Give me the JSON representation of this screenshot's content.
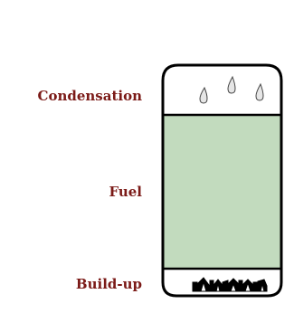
{
  "labels": {
    "condensation": "Condensation",
    "fuel": "Fuel",
    "buildup": "Build-up"
  },
  "colors": {
    "label_text": "#7b1a17",
    "fuel_fill": "#c2dbbe",
    "outline": "#000000",
    "droplet_fill": "#e6e6e6",
    "background": "#ffffff"
  },
  "icons": {
    "droplets": "water-droplet-icon",
    "sediment": "sediment-icon"
  }
}
